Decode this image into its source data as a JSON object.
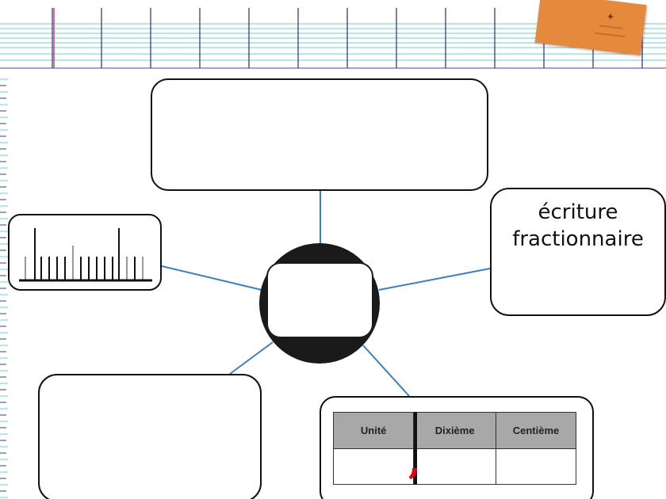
{
  "decimal_form": {
    "fraction_label": "écriture\nfractionnaire"
  },
  "place_value_table": {
    "headers": [
      "Unité",
      "Dixième",
      "Centième"
    ],
    "decimal_separator": ","
  },
  "colors": {
    "connector": "#3a7fc0",
    "comma": "#e60012",
    "notebook_cover": "#e58a3c",
    "ruled_line": "#6fd0cf",
    "margin_line": "#d4445c"
  },
  "icons": [
    "notebook-icon",
    "ruler-scale-icon"
  ]
}
